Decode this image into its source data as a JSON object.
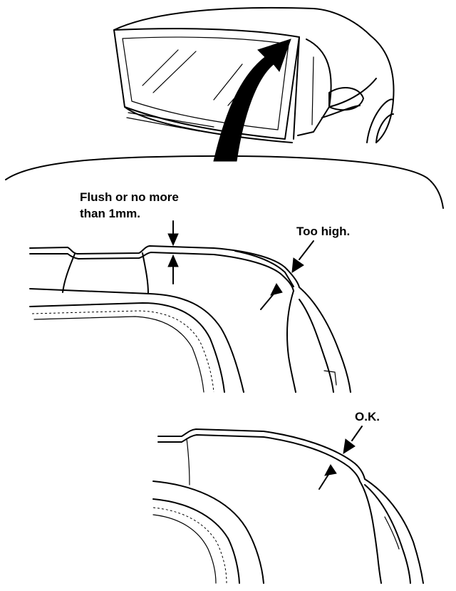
{
  "labels": {
    "flush_line1": "Flush or no more",
    "flush_line2": "than 1mm.",
    "too_high": "Too high.",
    "ok": "O.K."
  },
  "icons": {
    "car": "car-windshield-illustration",
    "pointer": "curved-pointer-arrow",
    "dimension": "dimension-arrow"
  },
  "colors": {
    "ink": "#000000",
    "background": "#ffffff"
  }
}
